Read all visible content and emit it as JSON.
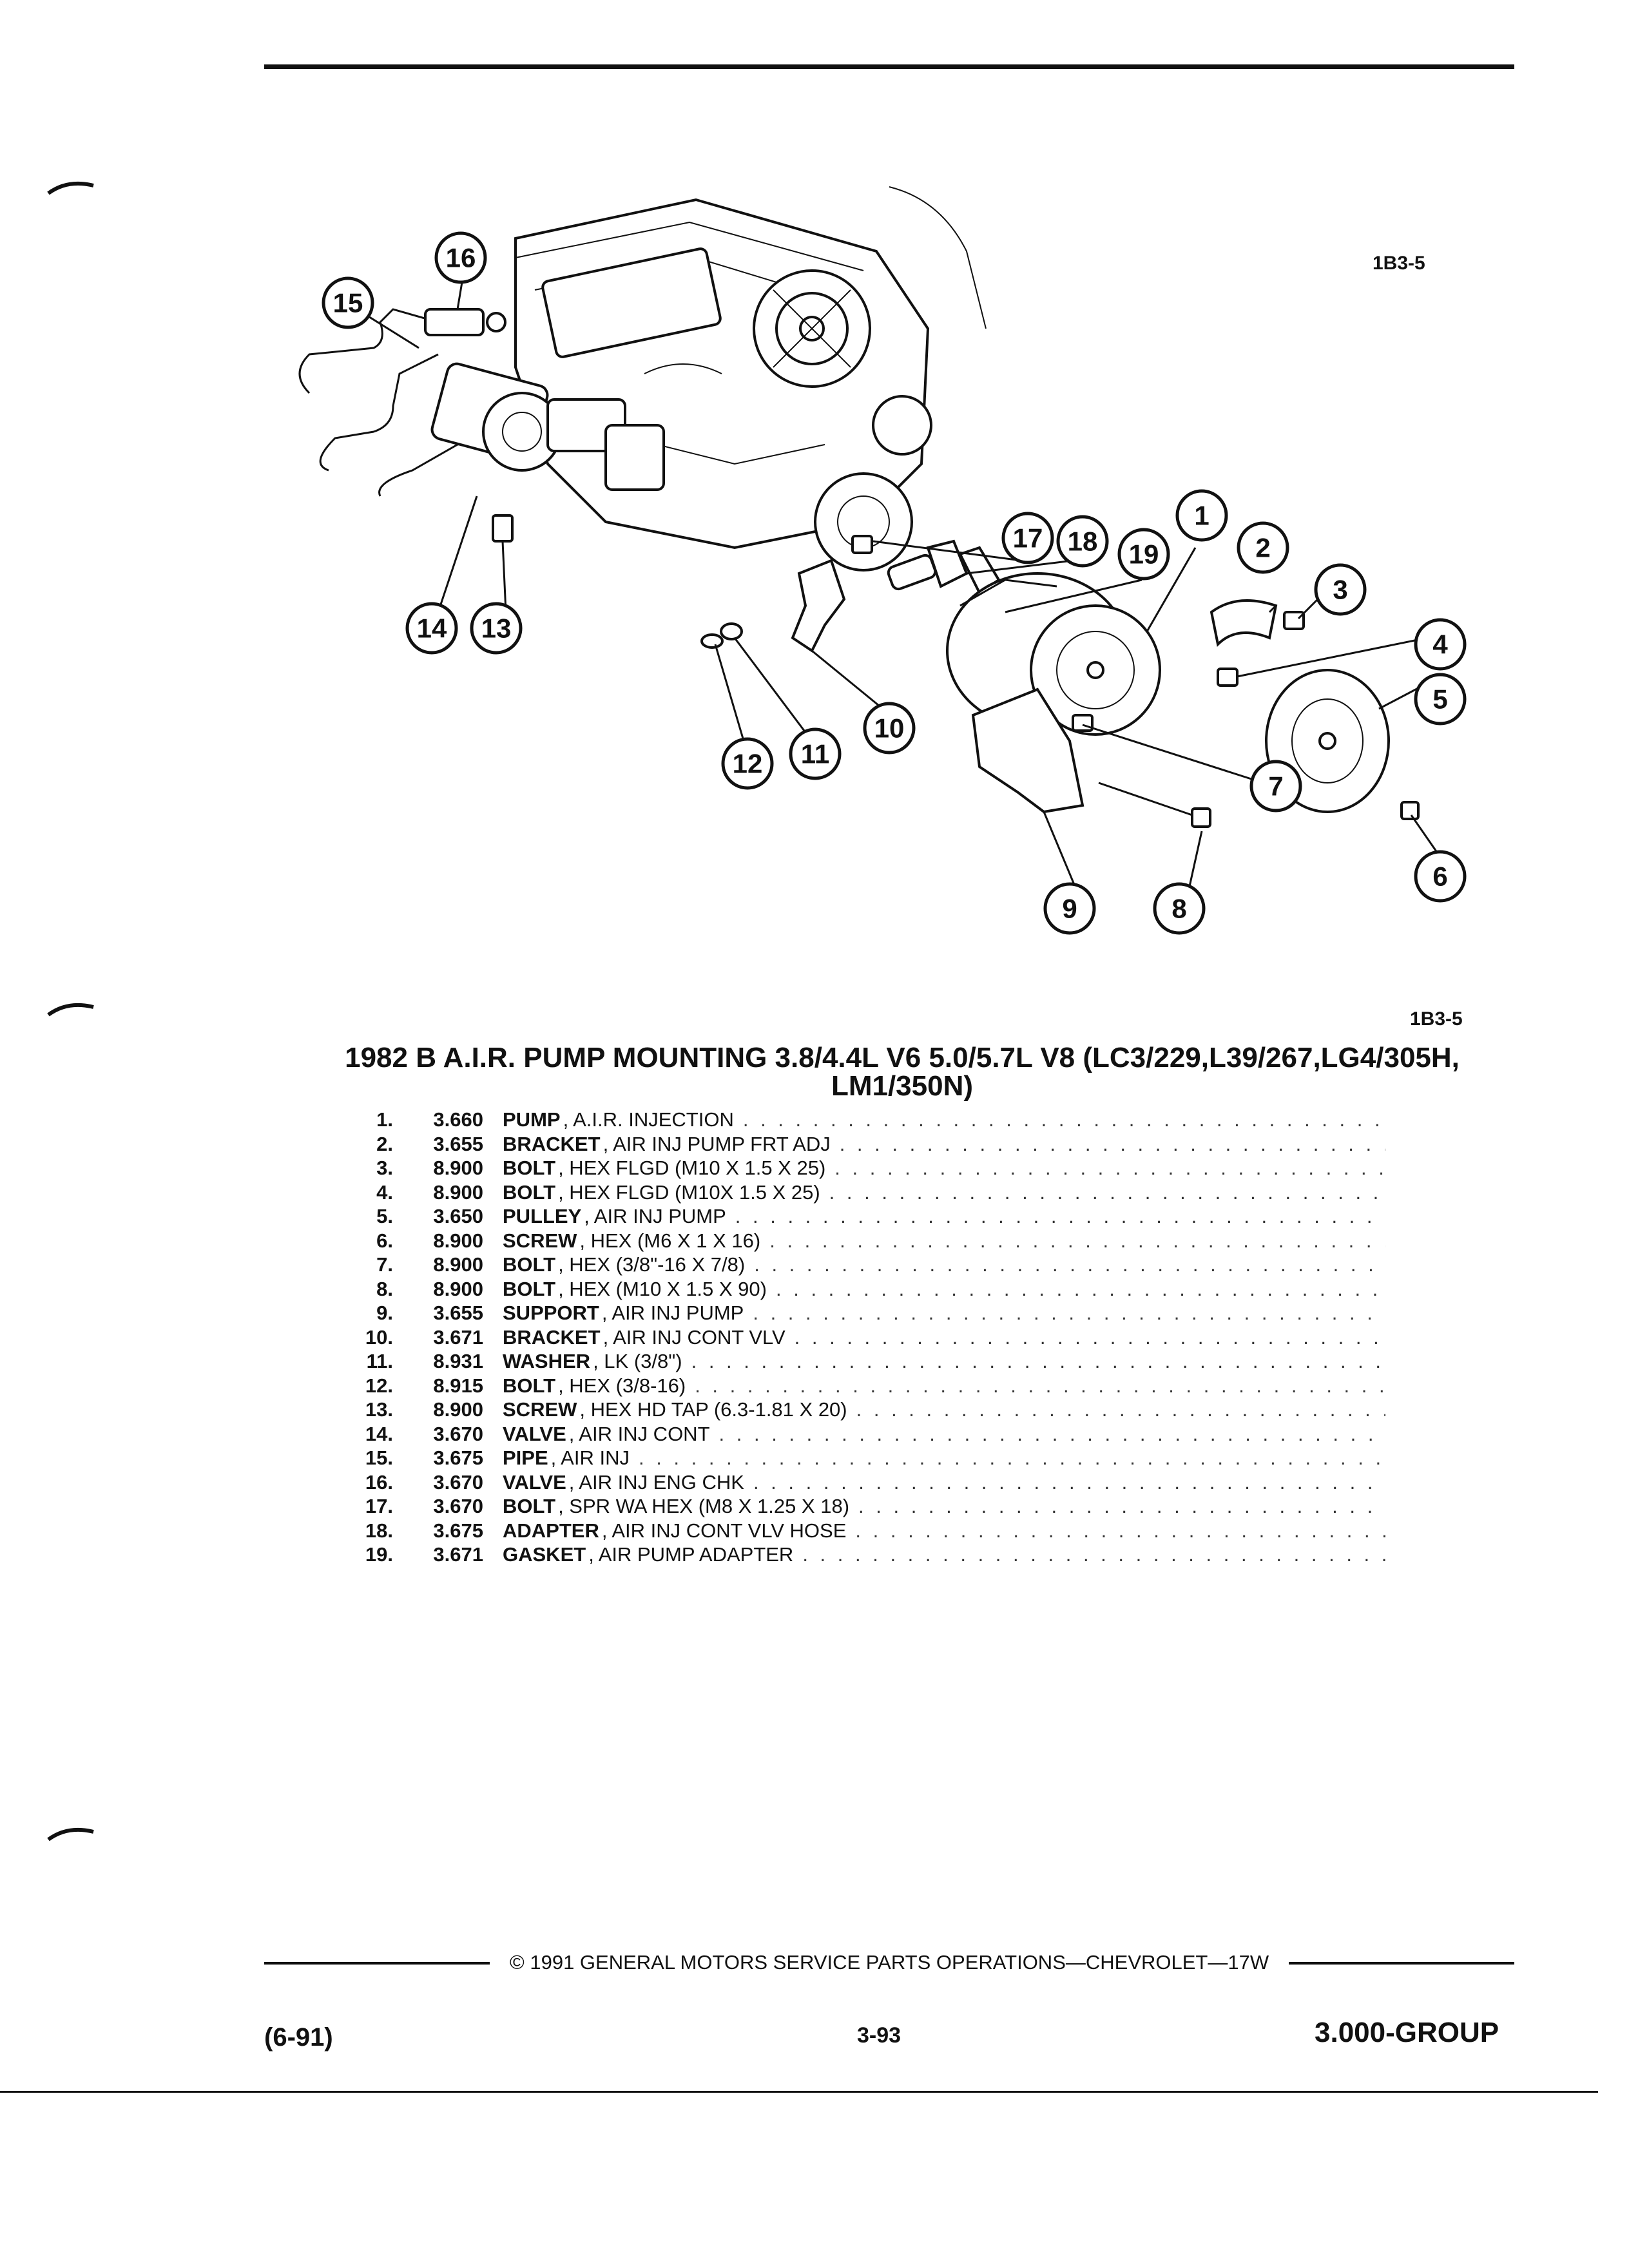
{
  "figure": {
    "code_top": "1B3-5",
    "code_bottom": "1B3-5",
    "callouts": [
      "1",
      "2",
      "3",
      "4",
      "5",
      "6",
      "7",
      "8",
      "9",
      "10",
      "11",
      "12",
      "13",
      "14",
      "15",
      "16",
      "17",
      "18",
      "19"
    ]
  },
  "title": "1982 B A.I.R. PUMP MOUNTING 3.8/4.4L V6 5.0/5.7L V8 (LC3/229,L39/267,LG4/305H, LM1/350N)",
  "parts": [
    {
      "num": "1.",
      "group": "3.660",
      "name": "PUMP",
      "desc": ", A.I.R. INJECTION"
    },
    {
      "num": "2.",
      "group": "3.655",
      "name": "BRACKET",
      "desc": ", AIR INJ PUMP FRT ADJ"
    },
    {
      "num": "3.",
      "group": "8.900",
      "name": "BOLT",
      "desc": ", HEX FLGD (M10 X 1.5 X 25)"
    },
    {
      "num": "4.",
      "group": "8.900",
      "name": "BOLT",
      "desc": ", HEX FLGD (M10X 1.5 X 25)"
    },
    {
      "num": "5.",
      "group": "3.650",
      "name": "PULLEY",
      "desc": ", AIR INJ PUMP"
    },
    {
      "num": "6.",
      "group": "8.900",
      "name": "SCREW",
      "desc": ", HEX (M6 X 1 X 16)"
    },
    {
      "num": "7.",
      "group": "8.900",
      "name": "BOLT",
      "desc": ", HEX (3/8\"-16 X 7/8)"
    },
    {
      "num": "8.",
      "group": "8.900",
      "name": "BOLT",
      "desc": ", HEX (M10 X 1.5 X 90)"
    },
    {
      "num": "9.",
      "group": "3.655",
      "name": "SUPPORT",
      "desc": ", AIR INJ PUMP"
    },
    {
      "num": "10.",
      "group": "3.671",
      "name": "BRACKET",
      "desc": ", AIR INJ CONT VLV"
    },
    {
      "num": "11.",
      "group": "8.931",
      "name": "WASHER",
      "desc": ", LK (3/8\")"
    },
    {
      "num": "12.",
      "group": "8.915",
      "name": "BOLT",
      "desc": ", HEX (3/8-16)"
    },
    {
      "num": "13.",
      "group": "8.900",
      "name": "SCREW",
      "desc": ", HEX HD TAP (6.3-1.81 X 20)"
    },
    {
      "num": "14.",
      "group": "3.670",
      "name": "VALVE",
      "desc": ", AIR INJ CONT"
    },
    {
      "num": "15.",
      "group": "3.675",
      "name": "PIPE",
      "desc": ", AIR INJ"
    },
    {
      "num": "16.",
      "group": "3.670",
      "name": "VALVE",
      "desc": ", AIR INJ ENG CHK"
    },
    {
      "num": "17.",
      "group": "3.670",
      "name": "BOLT",
      "desc": ", SPR WA HEX (M8 X 1.25 X 18)"
    },
    {
      "num": "18.",
      "group": "3.675",
      "name": "ADAPTER",
      "desc": ", AIR INJ CONT VLV HOSE"
    },
    {
      "num": "19.",
      "group": "3.671",
      "name": "GASKET",
      "desc": ", AIR PUMP ADAPTER"
    }
  ],
  "footer": {
    "copyright": "© 1991 GENERAL MOTORS SERVICE PARTS OPERATIONS—CHEVROLET—17W",
    "date": "(6-91)",
    "page": "3-93",
    "group": "3.000-GROUP"
  }
}
